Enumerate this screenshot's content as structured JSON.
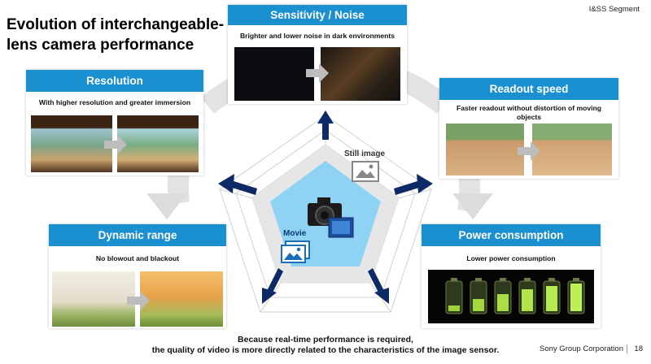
{
  "header": {
    "title": "Evolution of interchangeable-lens camera performance",
    "segment": "I&SS Segment"
  },
  "cards": {
    "sensitivity": {
      "title": "Sensitivity / Noise",
      "subtitle": "Brighter and lower noise in dark environments"
    },
    "resolution": {
      "title": "Resolution",
      "subtitle": "With higher resolution and greater immersion"
    },
    "readout": {
      "title": "Readout speed",
      "subtitle": "Faster readout without distortion of moving objects"
    },
    "dynamic": {
      "title": "Dynamic range",
      "subtitle": "No blowout and blackout"
    },
    "power": {
      "title": "Power consumption",
      "subtitle": "Lower power consumption"
    }
  },
  "center": {
    "still_label": "Still image",
    "movie_label": "Movie"
  },
  "footer": {
    "line1": "Because real-time performance is required,",
    "line2": "the quality of video is more directly related to the characteristics of the image sensor.",
    "company": "Sony Group Corporation",
    "page": "18"
  },
  "colors": {
    "accent": "#1a90d0",
    "arrow_navy": "#0d2a66",
    "pentagon_fill": "#8fd3f4"
  },
  "icons": [
    "camera-icon",
    "still-image-icon",
    "movie-icon",
    "battery-icon"
  ]
}
